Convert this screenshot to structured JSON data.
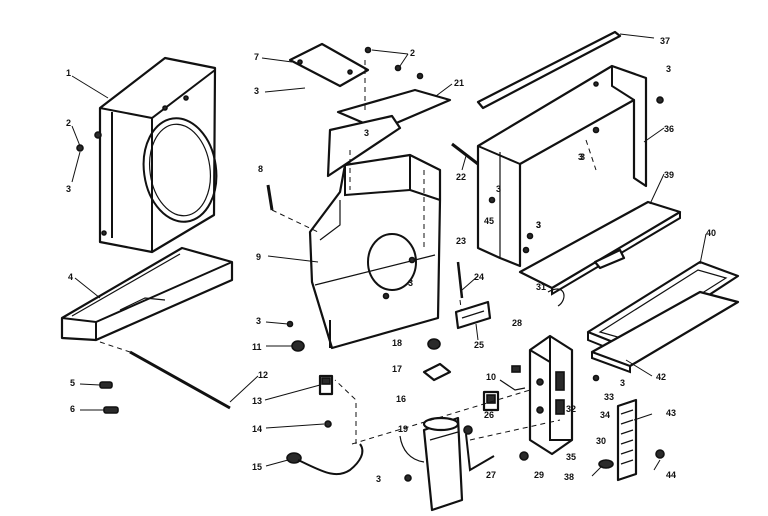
{
  "callouts": [
    {
      "id": "c1",
      "text": "1"
    },
    {
      "id": "c2a",
      "text": "2"
    },
    {
      "id": "c3a",
      "text": "3"
    },
    {
      "id": "c4",
      "text": "4"
    },
    {
      "id": "c5",
      "text": "5"
    },
    {
      "id": "c6",
      "text": "6"
    },
    {
      "id": "c7",
      "text": "7"
    },
    {
      "id": "c3b",
      "text": "3"
    },
    {
      "id": "c2b",
      "text": "2"
    },
    {
      "id": "c21",
      "text": "21"
    },
    {
      "id": "c3c",
      "text": "3"
    },
    {
      "id": "c8",
      "text": "8"
    },
    {
      "id": "c9",
      "text": "9"
    },
    {
      "id": "c3d",
      "text": "3"
    },
    {
      "id": "c11",
      "text": "11"
    },
    {
      "id": "c12",
      "text": "12"
    },
    {
      "id": "c13",
      "text": "13"
    },
    {
      "id": "c14",
      "text": "14"
    },
    {
      "id": "c15",
      "text": "15"
    },
    {
      "id": "c3e",
      "text": "3"
    },
    {
      "id": "c22",
      "text": "22"
    },
    {
      "id": "c23",
      "text": "23"
    },
    {
      "id": "c24",
      "text": "24"
    },
    {
      "id": "c25",
      "text": "25"
    },
    {
      "id": "c3f",
      "text": "3"
    },
    {
      "id": "c45",
      "text": "45"
    },
    {
      "id": "c3g",
      "text": "3"
    },
    {
      "id": "c37",
      "text": "37"
    },
    {
      "id": "c3h",
      "text": "3"
    },
    {
      "id": "c36",
      "text": "36"
    },
    {
      "id": "c3i",
      "text": "3"
    },
    {
      "id": "c39",
      "text": "39"
    },
    {
      "id": "c3j",
      "text": "3"
    },
    {
      "id": "c31",
      "text": "31"
    },
    {
      "id": "c40",
      "text": "40"
    },
    {
      "id": "c42",
      "text": "42"
    },
    {
      "id": "c18",
      "text": "18"
    },
    {
      "id": "c17",
      "text": "17"
    },
    {
      "id": "c28",
      "text": "28"
    },
    {
      "id": "c10",
      "text": "10"
    },
    {
      "id": "c26",
      "text": "26"
    },
    {
      "id": "c16",
      "text": "16"
    },
    {
      "id": "c19",
      "text": "19"
    },
    {
      "id": "c27",
      "text": "27"
    },
    {
      "id": "c29",
      "text": "29"
    },
    {
      "id": "c3k",
      "text": "3"
    },
    {
      "id": "c33",
      "text": "33"
    },
    {
      "id": "c34",
      "text": "34"
    },
    {
      "id": "c30",
      "text": "30"
    },
    {
      "id": "c35",
      "text": "35"
    },
    {
      "id": "c32",
      "text": "32"
    },
    {
      "id": "c3l",
      "text": "3"
    },
    {
      "id": "c38",
      "text": "38"
    },
    {
      "id": "c43",
      "text": "43"
    },
    {
      "id": "c44",
      "text": "44"
    },
    {
      "id": "c3m",
      "text": "3"
    }
  ]
}
